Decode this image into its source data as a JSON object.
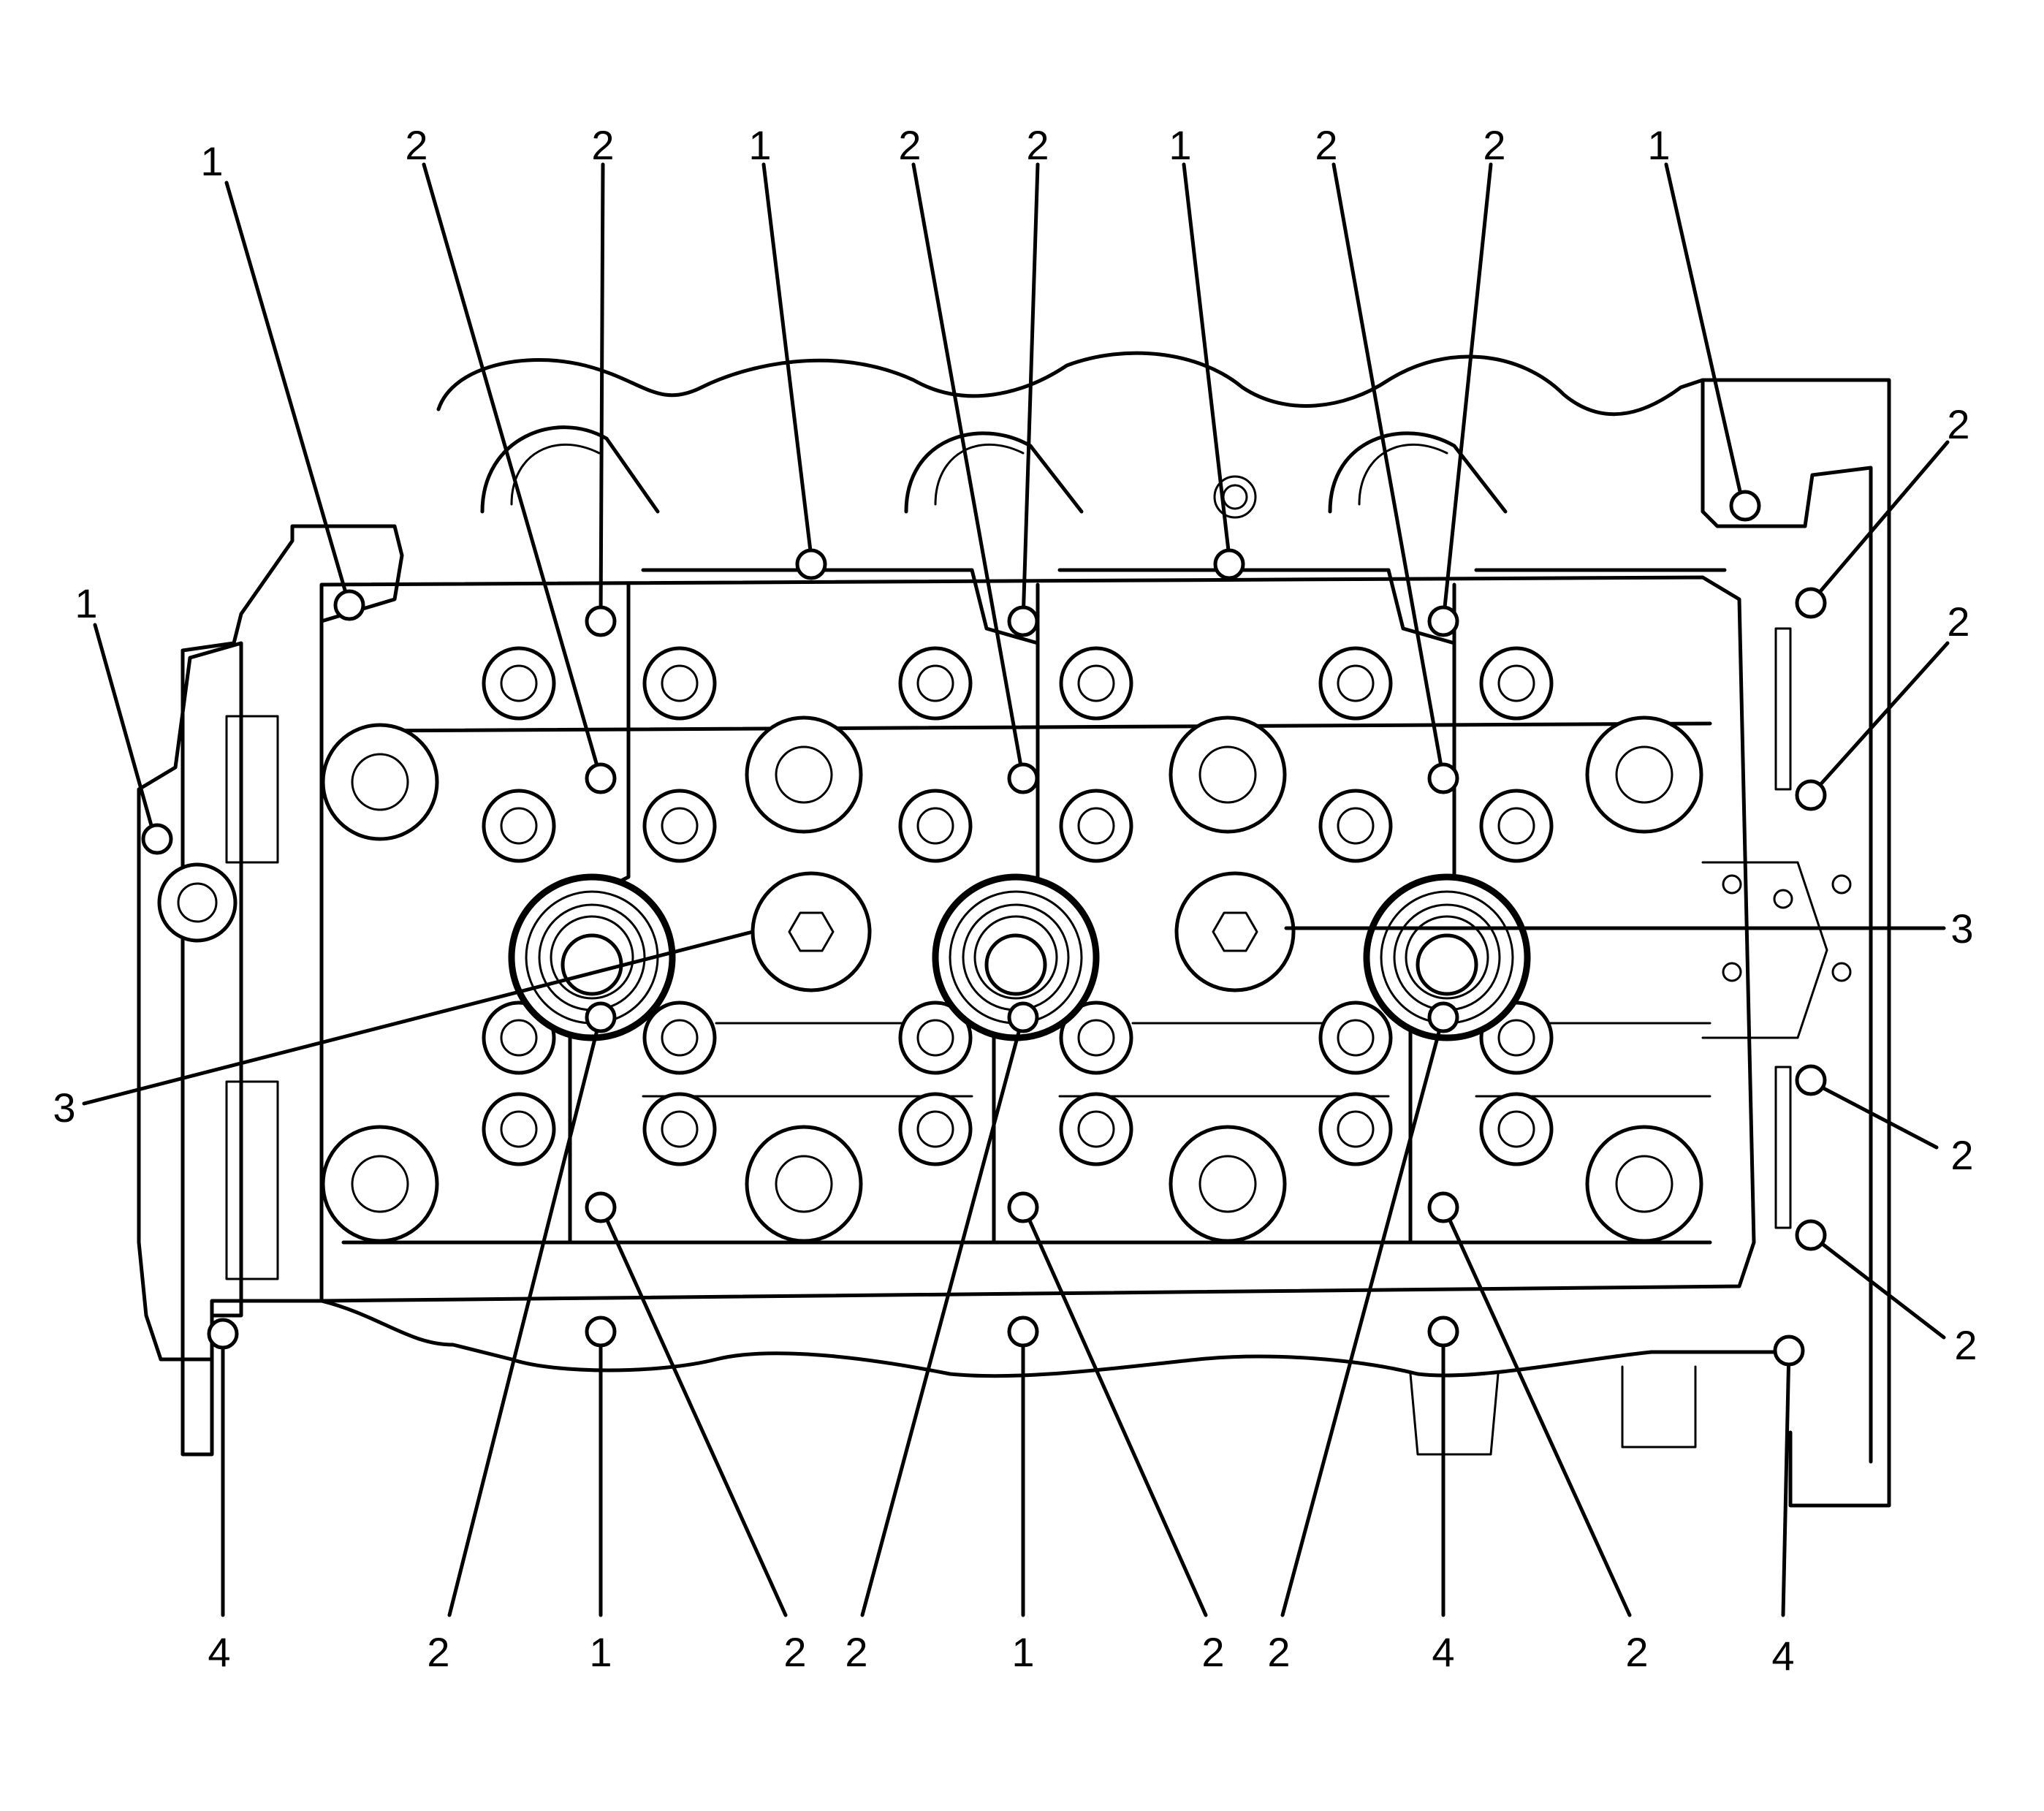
{
  "diagram": {
    "style": "line-art",
    "colors": {
      "line": "#000000",
      "background": "#ffffff"
    },
    "callouts": [
      {
        "id": "c01",
        "label": "1"
      },
      {
        "id": "c02",
        "label": "2"
      },
      {
        "id": "c03",
        "label": "2"
      },
      {
        "id": "c04",
        "label": "1"
      },
      {
        "id": "c05",
        "label": "2"
      },
      {
        "id": "c06",
        "label": "2"
      },
      {
        "id": "c07",
        "label": "1"
      },
      {
        "id": "c08",
        "label": "2"
      },
      {
        "id": "c09",
        "label": "2"
      },
      {
        "id": "c10",
        "label": "1"
      },
      {
        "id": "c11",
        "label": "1"
      },
      {
        "id": "c12",
        "label": "2"
      },
      {
        "id": "c13",
        "label": "2"
      },
      {
        "id": "c14",
        "label": "3"
      },
      {
        "id": "c15",
        "label": "3"
      },
      {
        "id": "c16",
        "label": "2"
      },
      {
        "id": "c17",
        "label": "2"
      },
      {
        "id": "c18",
        "label": "4"
      },
      {
        "id": "c19",
        "label": "2"
      },
      {
        "id": "c20",
        "label": "1"
      },
      {
        "id": "c21",
        "label": "2"
      },
      {
        "id": "c22",
        "label": "2"
      },
      {
        "id": "c23",
        "label": "1"
      },
      {
        "id": "c24",
        "label": "2"
      },
      {
        "id": "c25",
        "label": "2"
      },
      {
        "id": "c26",
        "label": "4"
      },
      {
        "id": "c27",
        "label": "2"
      },
      {
        "id": "c28",
        "label": "4"
      }
    ]
  }
}
